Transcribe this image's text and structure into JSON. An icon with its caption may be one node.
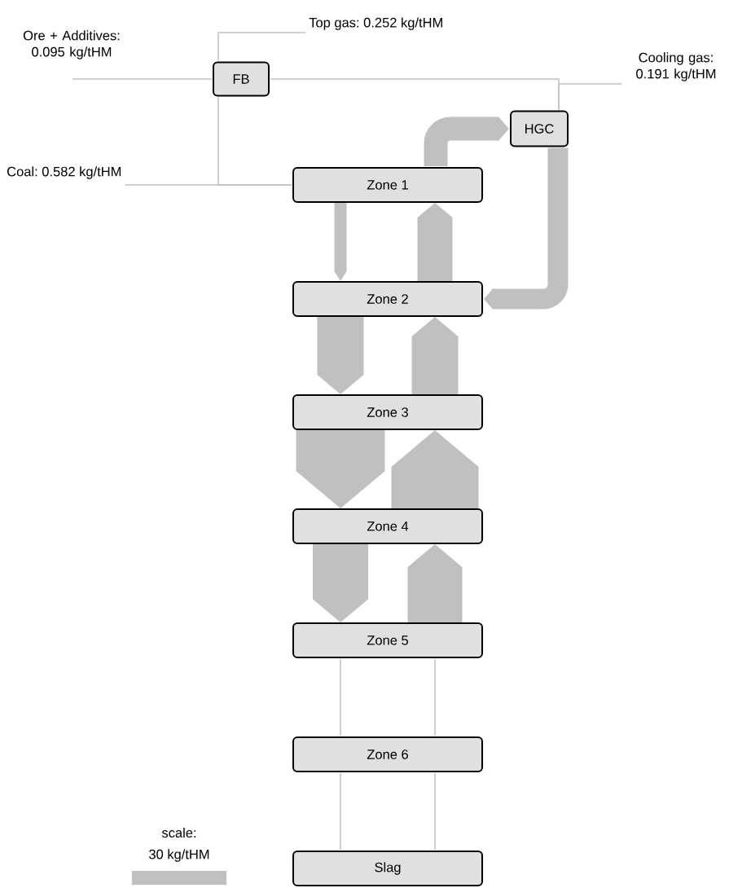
{
  "diagram": {
    "nodes": [
      {
        "text": [
          "FB"
        ]
      },
      {
        "text": [
          "HGC"
        ]
      },
      {
        "text": [
          "Zone 1"
        ]
      },
      {
        "text": [
          "Zone 2"
        ]
      },
      {
        "text": [
          "Zone 3"
        ]
      },
      {
        "text": [
          "Zone 4"
        ]
      },
      {
        "text": [
          "Zone 5"
        ]
      },
      {
        "text": [
          "Zone 6"
        ]
      },
      {
        "text": [
          "Slag"
        ]
      },
      {
        "text": [
          "Top gas: 0.252 kg/tHM"
        ]
      },
      {
        "text": [
          "Ore + Additives: 0.095 kg/tHM"
        ]
      },
      {
        "text": [
          "Cooling gas: 0.191 kg/tHM"
        ]
      },
      {
        "text": [
          "Coal: 0.582 kg/tHM"
        ]
      }
    ],
    "edges": [
      {
        "from": 10,
        "to": 0,
        "arrow": "none"
      },
      {
        "from": 0,
        "to": 9,
        "arrow": "none"
      },
      {
        "from": 0,
        "to": 1,
        "arrow": "none"
      },
      {
        "from": 11,
        "to": 1,
        "arrow": "none"
      },
      {
        "from": 12,
        "to": 2,
        "arrow": "none"
      },
      {
        "from": 0,
        "to": 2,
        "arrow": "none"
      },
      {
        "from": 2,
        "to": 1,
        "arrow": "to",
        "style": "thick"
      },
      {
        "from": 1,
        "to": 3,
        "arrow": "to",
        "style": "thick"
      },
      {
        "from": 2,
        "to": 3,
        "arrow": "to",
        "style": "thick"
      },
      {
        "from": 3,
        "to": 2,
        "arrow": "to",
        "style": "thick"
      },
      {
        "from": 3,
        "to": 4,
        "arrow": "to",
        "style": "thick"
      },
      {
        "from": 4,
        "to": 3,
        "arrow": "to",
        "style": "thick"
      },
      {
        "from": 4,
        "to": 5,
        "arrow": "to",
        "style": "thick"
      },
      {
        "from": 5,
        "to": 4,
        "arrow": "to",
        "style": "thick"
      },
      {
        "from": 5,
        "to": 6,
        "arrow": "to",
        "style": "thick"
      },
      {
        "from": 6,
        "to": 5,
        "arrow": "to",
        "style": "thick"
      },
      {
        "from": 6,
        "to": 7,
        "arrow": "none"
      },
      {
        "from": 7,
        "to": 6,
        "arrow": "none"
      },
      {
        "from": 7,
        "to": 8,
        "arrow": "none"
      },
      {
        "from": 8,
        "to": 7,
        "arrow": "none"
      }
    ],
    "labels": [
      "scale:"
    ],
    "legend": [
      {
        "text": "30 kg/tHM",
        "color": "#c0c0c0"
      }
    ]
  }
}
